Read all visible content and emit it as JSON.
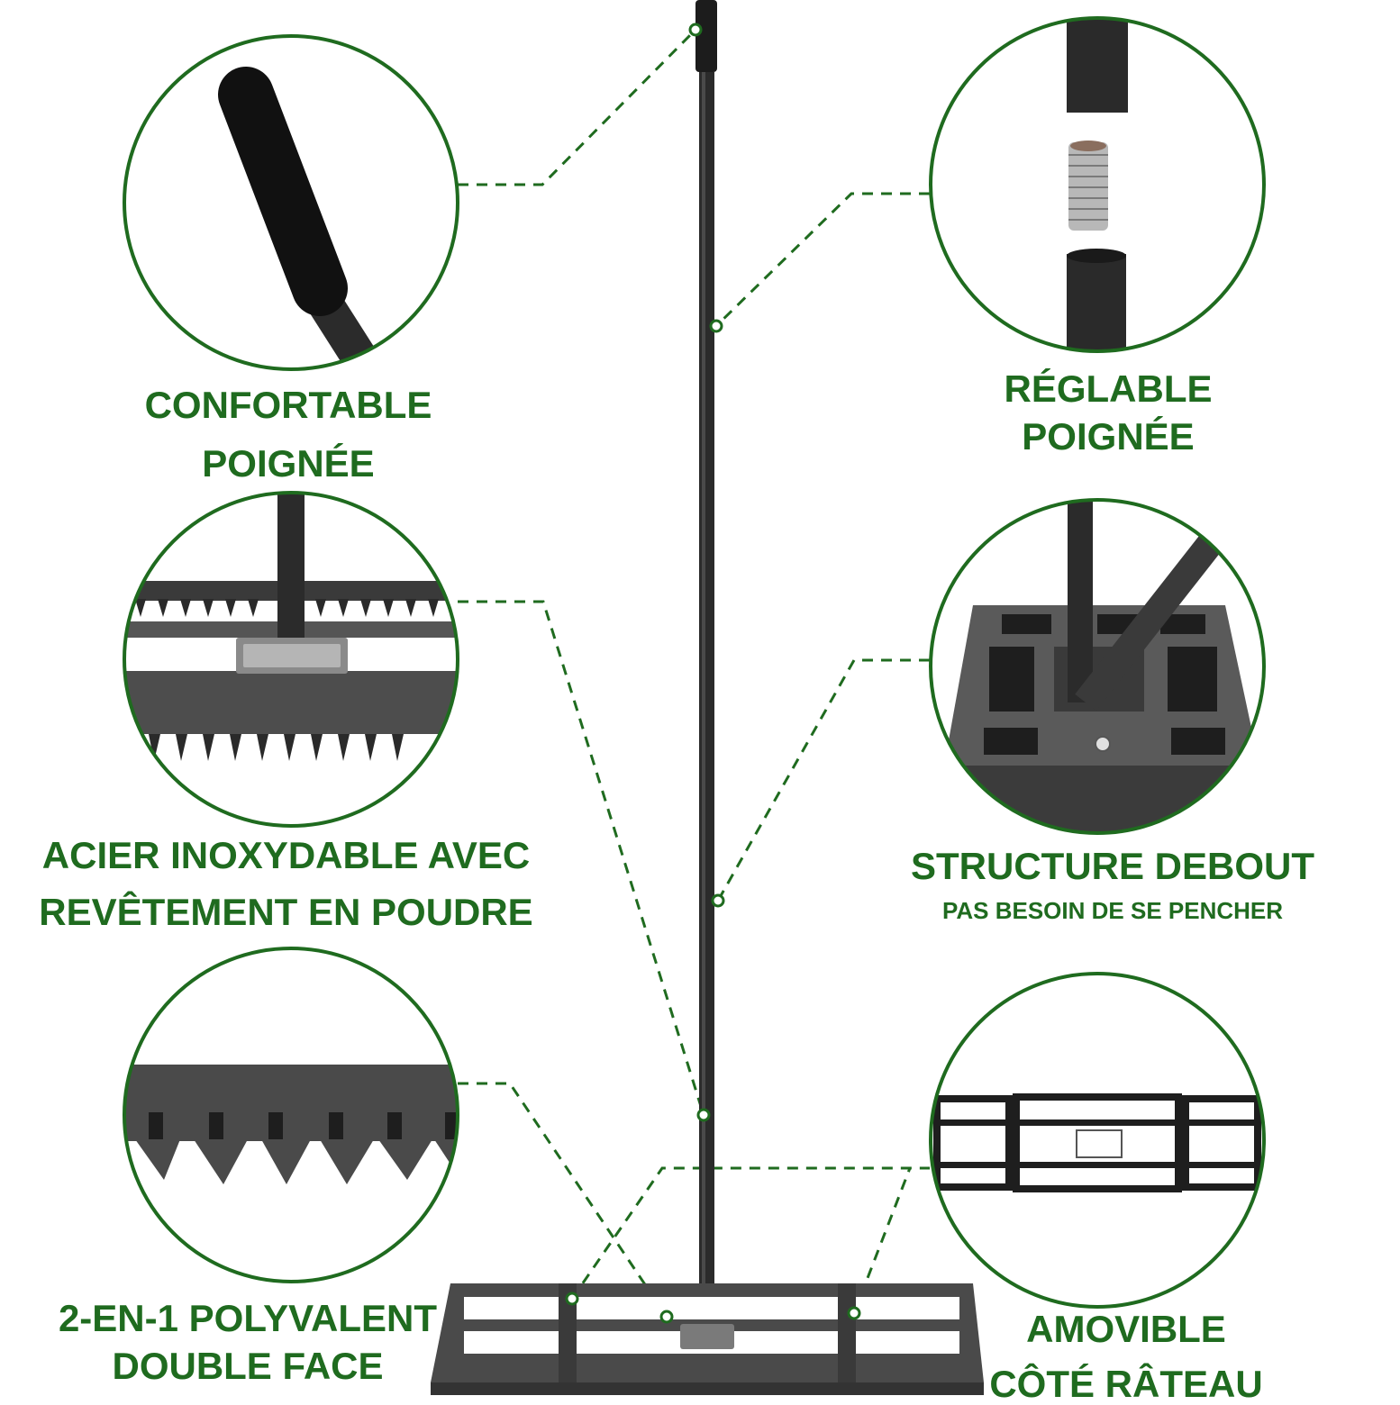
{
  "colors": {
    "accent_green": "#1f6b1f",
    "metal_dark": "#2e2e2e",
    "metal_mid": "#6f6f6f",
    "background": "#ffffff"
  },
  "features": {
    "comfortable_grip": {
      "line1": "CONFORTABLE",
      "line2": "POIGNÉE"
    },
    "adjustable_handle": {
      "line1": "RÉGLABLE",
      "line2": "POIGNÉE"
    },
    "coated_steel": {
      "line1": "ACIER INOXYDABLE AVEC",
      "line2": "REVÊTEMENT EN POUDRE"
    },
    "upright_structure": {
      "line1": "STRUCTURE DEBOUT",
      "sub": "PAS BESOIN DE SE PENCHER"
    },
    "two_in_one": {
      "line1": "2-EN-1 POLYVALENT",
      "line2": "DOUBLE FACE"
    },
    "removable": {
      "line1": "AMOVIBLE",
      "line2": "CÔTÉ RÂTEAU"
    }
  }
}
